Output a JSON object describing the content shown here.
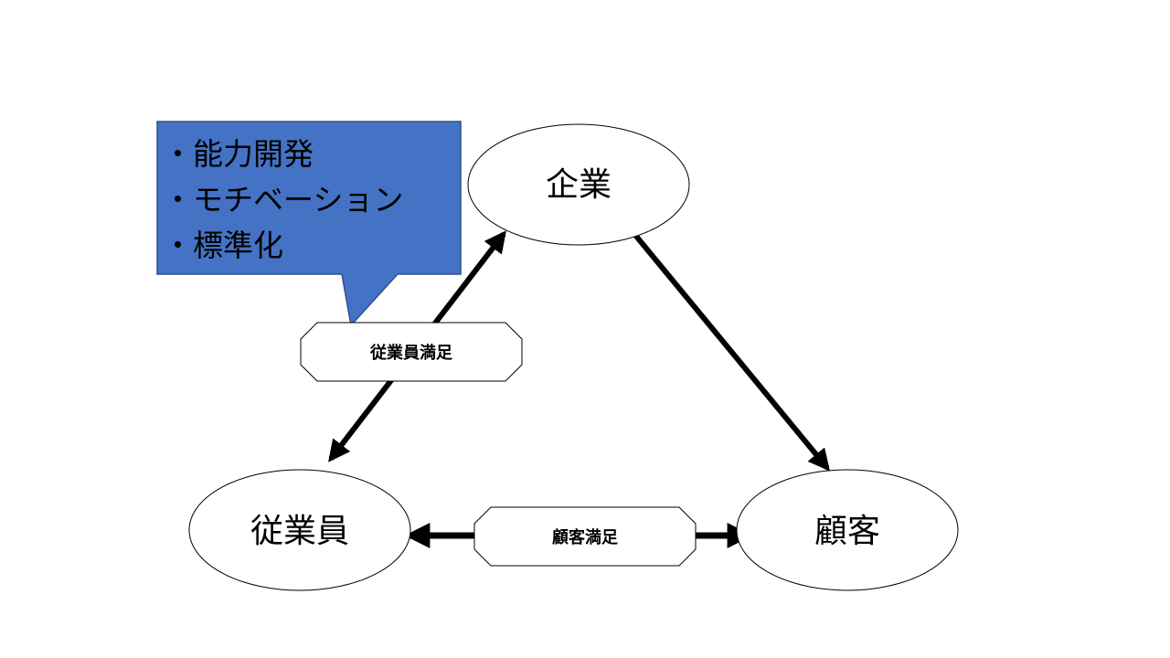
{
  "diagram": {
    "nodes": {
      "company": "企業",
      "employee": "従業員",
      "customer": "顧客"
    },
    "tags": {
      "employee_satisfaction": "従業員満足",
      "customer_satisfaction": "顧客満足"
    },
    "callout": {
      "items": [
        "・能力開発",
        "・モチベーション",
        "・標準化"
      ],
      "fill_color": "#4472C4"
    }
  }
}
